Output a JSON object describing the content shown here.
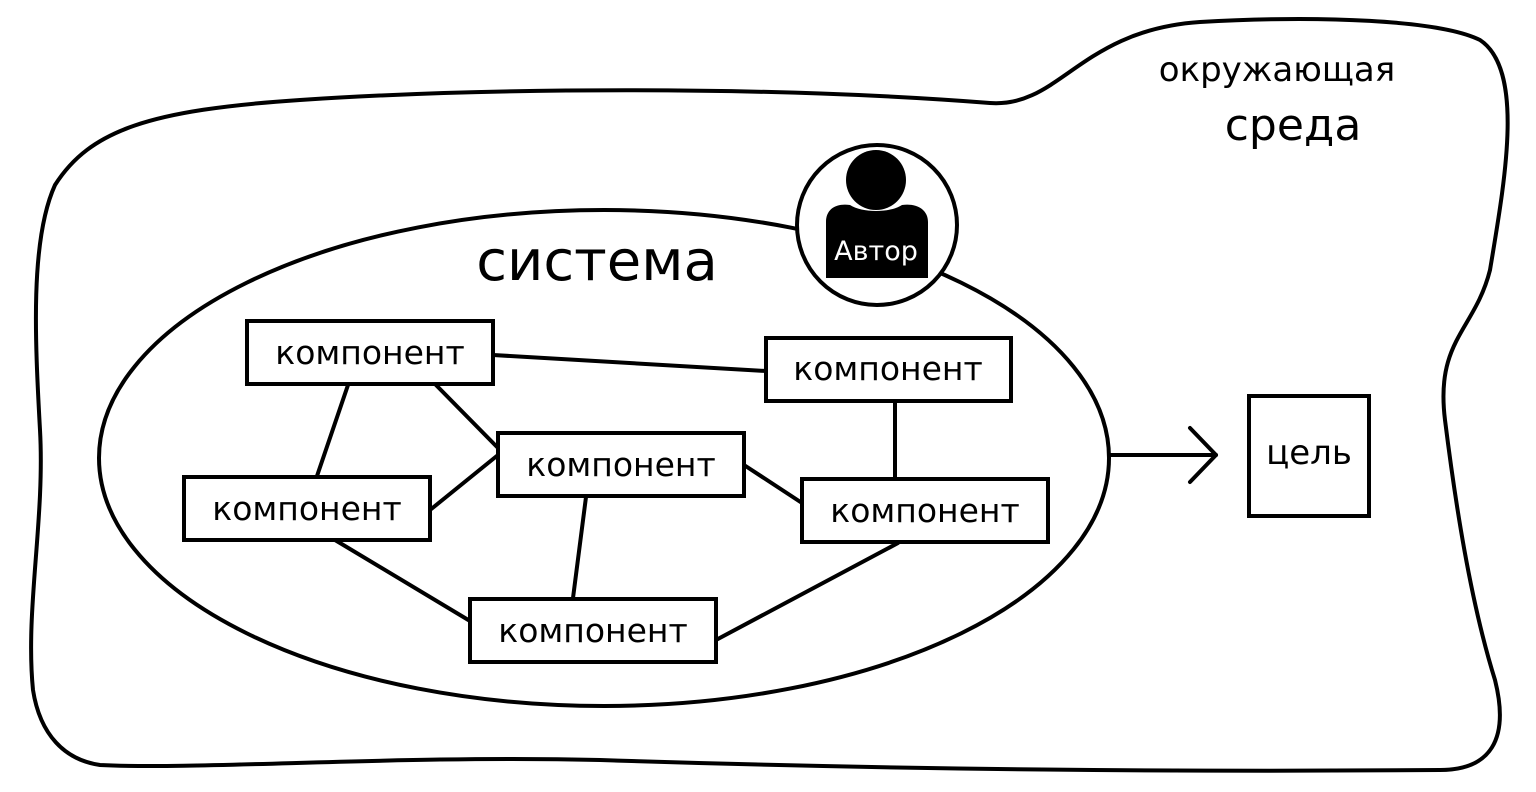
{
  "environment": {
    "label_line1": "окружающая",
    "label_line2": "среда"
  },
  "system": {
    "label": "система"
  },
  "author": {
    "label": "Автор",
    "icon": "person-icon"
  },
  "components": [
    {
      "label": "компонент"
    },
    {
      "label": "компонент"
    },
    {
      "label": "компонент"
    },
    {
      "label": "компонент"
    },
    {
      "label": "компонент"
    },
    {
      "label": "компонент"
    }
  ],
  "goal": {
    "label": "цель"
  },
  "colors": {
    "stroke": "#000000",
    "background": "#ffffff",
    "author_fill": "#000000",
    "author_text": "#ffffff"
  }
}
